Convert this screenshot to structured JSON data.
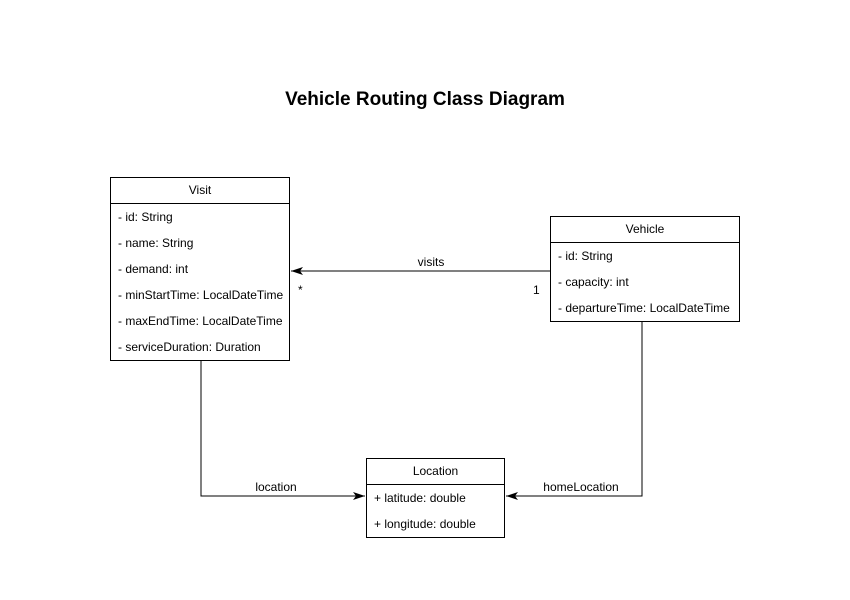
{
  "diagram": {
    "title": "Vehicle Routing Class Diagram"
  },
  "classes": {
    "visit": {
      "name": "Visit",
      "attributes": [
        "- id: String",
        "- name: String",
        "- demand: int",
        "- minStartTime: LocalDateTime",
        "- maxEndTime: LocalDateTime",
        "- serviceDuration: Duration"
      ]
    },
    "vehicle": {
      "name": "Vehicle",
      "attributes": [
        "- id: String",
        "- capacity: int",
        "- departureTime: LocalDateTime"
      ]
    },
    "location": {
      "name": "Location",
      "attributes": [
        "+ latitude: double",
        "+ longitude: double"
      ]
    }
  },
  "relations": {
    "visits": {
      "label": "visits",
      "visit_end_multiplicity": "*",
      "vehicle_end_multiplicity": "1"
    },
    "location": {
      "label": "location"
    },
    "home_location": {
      "label": "homeLocation"
    }
  },
  "colors": {
    "background": "#ffffff",
    "line": "#000000",
    "text": "#000000",
    "box_fill": "#ffffff"
  }
}
